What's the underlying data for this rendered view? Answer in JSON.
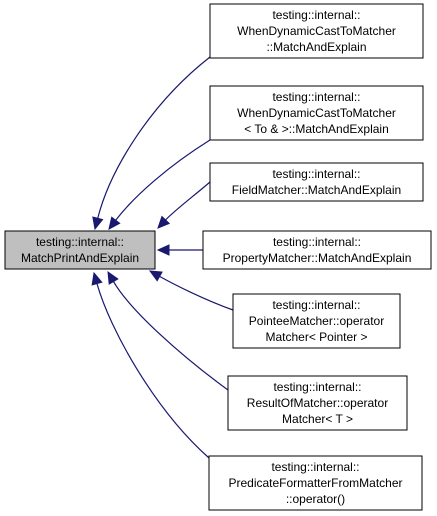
{
  "colors": {
    "edge": "#191970",
    "main_fill": "#bfbfbf",
    "node_fill": "#ffffff",
    "border": "#000000"
  },
  "diagram": {
    "main_node": {
      "lines": [
        "testing::internal::",
        "MatchPrintAndExplain"
      ]
    },
    "derived_nodes": [
      {
        "lines": [
          "testing::internal::",
          "WhenDynamicCastToMatcher",
          "::MatchAndExplain"
        ]
      },
      {
        "lines": [
          "testing::internal::",
          "WhenDynamicCastToMatcher",
          "< To & >::MatchAndExplain"
        ]
      },
      {
        "lines": [
          "testing::internal::",
          "FieldMatcher::MatchAndExplain"
        ]
      },
      {
        "lines": [
          "testing::internal::",
          "PropertyMatcher::MatchAndExplain"
        ]
      },
      {
        "lines": [
          "testing::internal::",
          "PointeeMatcher::operator",
          "Matcher< Pointer >"
        ]
      },
      {
        "lines": [
          "testing::internal::",
          "ResultOfMatcher::operator",
          "Matcher< T >"
        ]
      },
      {
        "lines": [
          "testing::internal::",
          "PredicateFormatterFromMatcher",
          "::operator()"
        ]
      }
    ]
  }
}
